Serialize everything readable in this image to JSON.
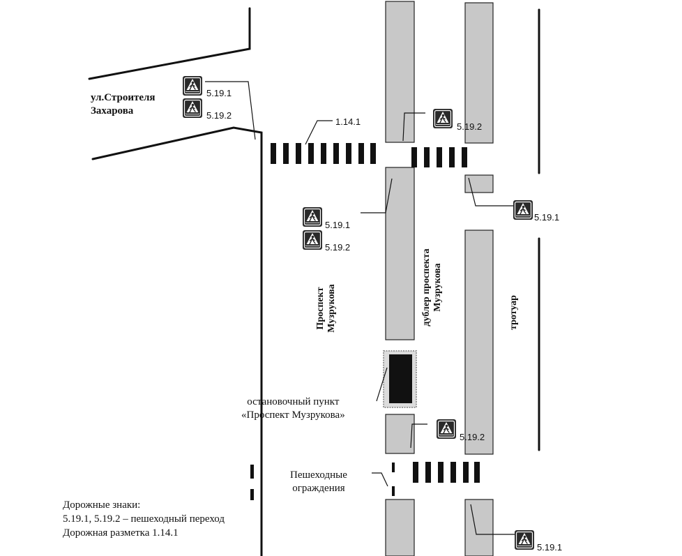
{
  "street_name": "ул.Строителя Захарова",
  "street_name_line1": "ул.Строителя",
  "street_name_line2": "Захарова",
  "prospect_line1": "Проспект",
  "prospect_line2": "Музрукова",
  "service_road_line1": "дублер проспекта",
  "service_road_line2": "Музрукова",
  "sidewalk": "тротуар",
  "bus_stop_line1": "остановочный пункт",
  "bus_stop_line2": "«Проспект Музрукова»",
  "fence_line1": "Пешеходные",
  "fence_line2": "ограждения",
  "marking_code": "1.14.1",
  "signs": {
    "top_left_1": "5.19.1",
    "top_left_2": "5.19.2",
    "top_middle": "5.19.2",
    "right_upper": "5.19.1",
    "middle_left_1": "5.19.1",
    "middle_left_2": "5.19.2",
    "lower_middle": "5.19.2",
    "bottom_right": "5.19.1"
  },
  "legend": {
    "title": "Дорожные знаки:",
    "signs_line": "5.19.1, 5.19.2 – пешеходный переход",
    "marking_line": "Дорожная разметка 1.14.1"
  },
  "colors": {
    "median_fill": "#c8c8c8",
    "sign_bg": "#2a2a2a",
    "line": "#111111"
  }
}
